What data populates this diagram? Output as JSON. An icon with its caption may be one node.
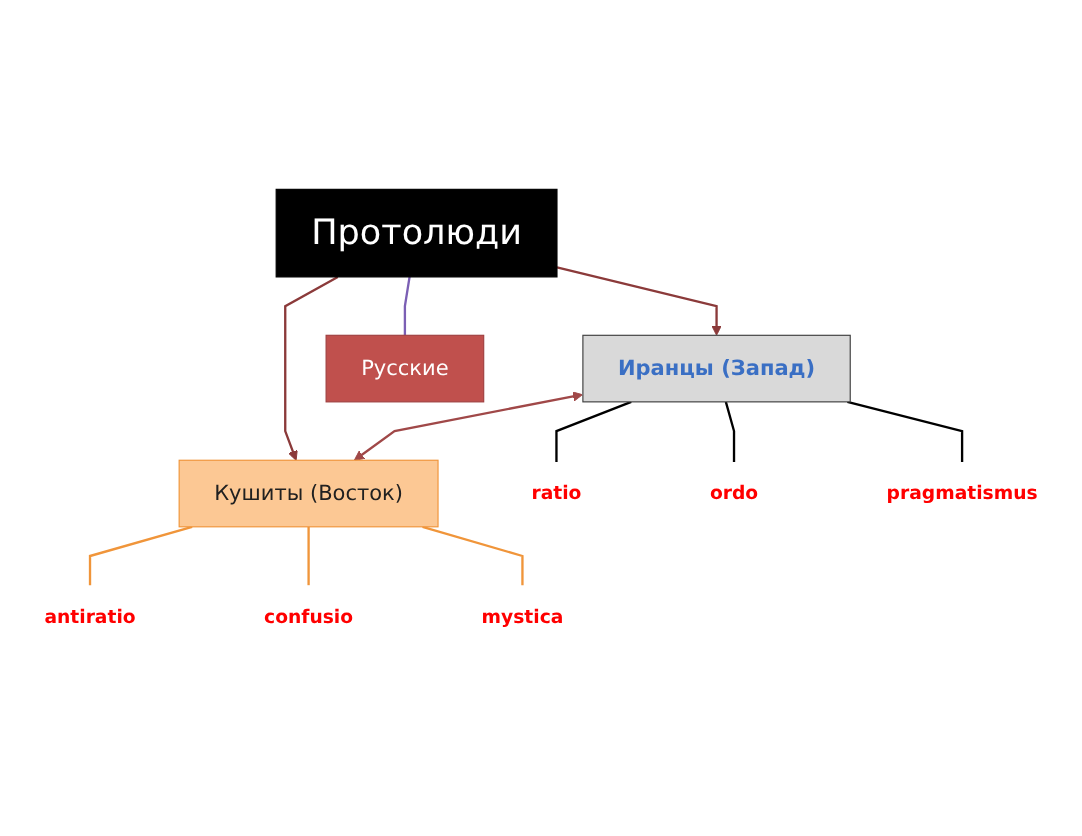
{
  "diagram": {
    "nodes": [
      {
        "text": [
          "Протолюди"
        ]
      },
      {
        "text": [
          "Иранцы (Запад)"
        ]
      },
      {
        "text": [
          "Кушиты (Восток)"
        ]
      },
      {
        "text": [
          "ratio"
        ]
      },
      {
        "text": [
          "ordo"
        ]
      },
      {
        "text": [
          "pragmatismus"
        ]
      },
      {
        "text": [
          "antiratio"
        ]
      },
      {
        "text": [
          "confusio"
        ]
      },
      {
        "text": [
          "mystica"
        ]
      },
      {
        "text": [
          "Русские"
        ]
      }
    ],
    "edges": [
      {
        "from": 0,
        "to": 1,
        "arrow": "to",
        "color": "#8b3a3a"
      },
      {
        "from": 0,
        "to": 2,
        "arrow": "to",
        "color": "#8b3a3a"
      },
      {
        "from": 1,
        "to": 2,
        "arrow": "both",
        "color": "#a04848"
      },
      {
        "from": 0,
        "to": 9,
        "arrow": "none",
        "color": "#7b5fb4"
      },
      {
        "from": 1,
        "to": 3,
        "arrow": "none",
        "color": "#000000"
      },
      {
        "from": 1,
        "to": 4,
        "arrow": "none",
        "color": "#000000"
      },
      {
        "from": 1,
        "to": 5,
        "arrow": "none",
        "color": "#000000"
      },
      {
        "from": 2,
        "to": 6,
        "arrow": "none",
        "color": "#f0953a"
      },
      {
        "from": 2,
        "to": 7,
        "arrow": "none",
        "color": "#f0953a"
      },
      {
        "from": 2,
        "to": 8,
        "arrow": "none",
        "color": "#f0953a"
      }
    ]
  }
}
